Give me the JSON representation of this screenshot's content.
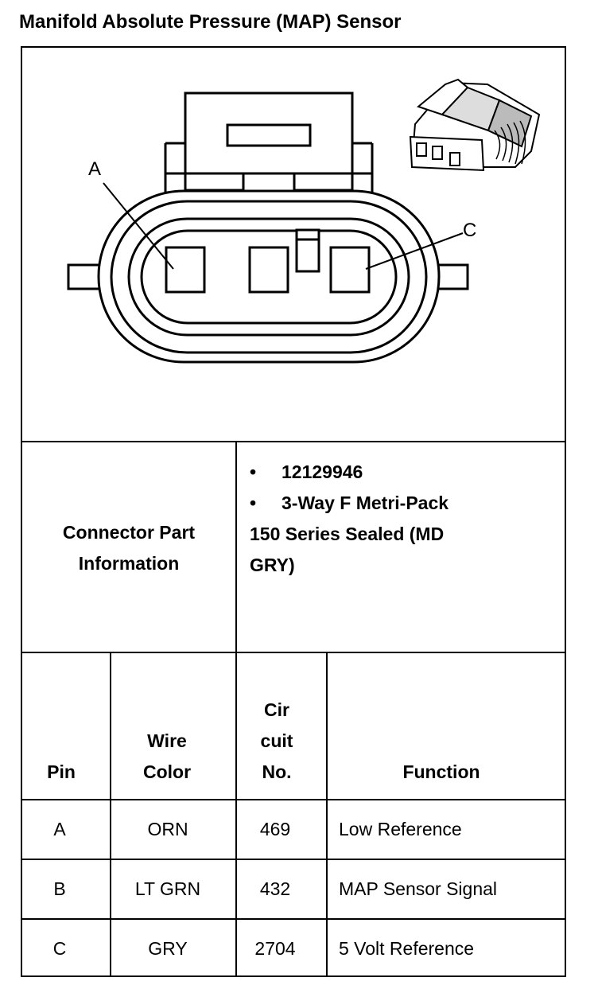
{
  "title": "Manifold Absolute Pressure (MAP) Sensor",
  "diagram": {
    "label_a": "A",
    "label_c": "C",
    "illustration": "connector-face-and-3d-view"
  },
  "connector": {
    "label_line1": "Connector Part",
    "label_line2": "Information",
    "bullets": [
      "12129946",
      "3-Way F Metri-Pack"
    ],
    "continuation_line1": "150 Series Sealed (MD",
    "continuation_line2": "GRY)"
  },
  "table": {
    "headers": {
      "pin": "Pin",
      "wire_line1": "Wire",
      "wire_line2": "Color",
      "circuit_line1": "Cir",
      "circuit_line2": "cuit",
      "circuit_line3": "No.",
      "function": "Function"
    },
    "rows": [
      {
        "pin": "A",
        "wire": "ORN",
        "circuit": "469",
        "function": "Low Reference"
      },
      {
        "pin": "B",
        "wire": "LT GRN",
        "circuit": "432",
        "function": "MAP Sensor Signal"
      },
      {
        "pin": "C",
        "wire": "GRY",
        "circuit": "2704",
        "function": "5 Volt Reference"
      }
    ]
  }
}
